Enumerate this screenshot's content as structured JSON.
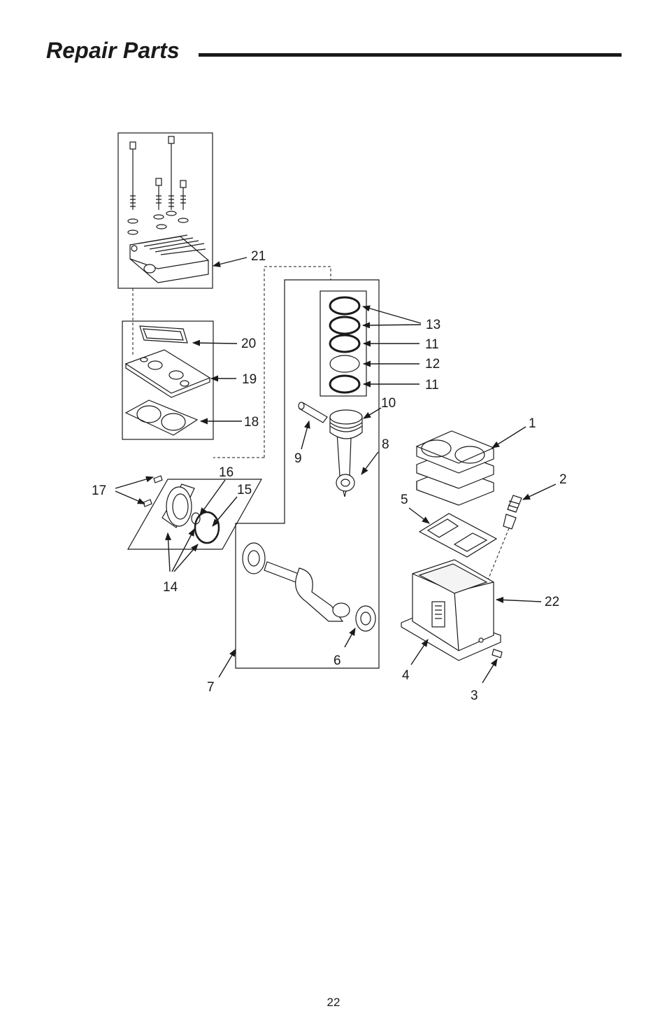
{
  "header": {
    "title": "Repair Parts"
  },
  "diagram": {
    "callouts": [
      "1",
      "2",
      "3",
      "4",
      "5",
      "6",
      "7",
      "8",
      "9",
      "10",
      "11",
      "11",
      "12",
      "13",
      "14",
      "15",
      "16",
      "17",
      "18",
      "19",
      "20",
      "21",
      "22"
    ]
  },
  "footer": {
    "page_number": "22"
  }
}
